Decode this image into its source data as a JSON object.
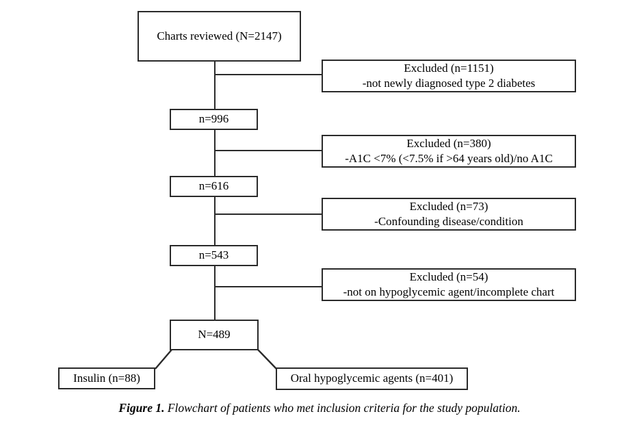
{
  "flowchart": {
    "main_boxes": {
      "charts_reviewed": {
        "label": "Charts reviewed (N=2147)"
      },
      "n996": {
        "label": "n=996"
      },
      "n616": {
        "label": "n=616"
      },
      "n543": {
        "label": "n=543"
      },
      "n489": {
        "label": "N=489"
      }
    },
    "exclusion_boxes": [
      {
        "title": "Excluded (n=1151)",
        "reason": "-not newly diagnosed type 2 diabetes"
      },
      {
        "title": "Excluded (n=380)",
        "reason": "-A1C <7% (<7.5% if >64 years old)/no A1C"
      },
      {
        "title": "Excluded (n=73)",
        "reason": "-Confounding disease/condition"
      },
      {
        "title": "Excluded (n=54)",
        "reason": "-not on hypoglycemic agent/incomplete chart"
      }
    ],
    "outcome_boxes": {
      "insulin": {
        "label": "Insulin (n=88)"
      },
      "oral": {
        "label": "Oral hypoglycemic agents (n=401)"
      }
    },
    "caption": {
      "prefix": "Figure 1.",
      "text": " Flowchart of patients who met inclusion criteria for the study population."
    },
    "colors": {
      "line": "#2a2a2a",
      "background": "#ffffff",
      "text": "#000000"
    }
  }
}
